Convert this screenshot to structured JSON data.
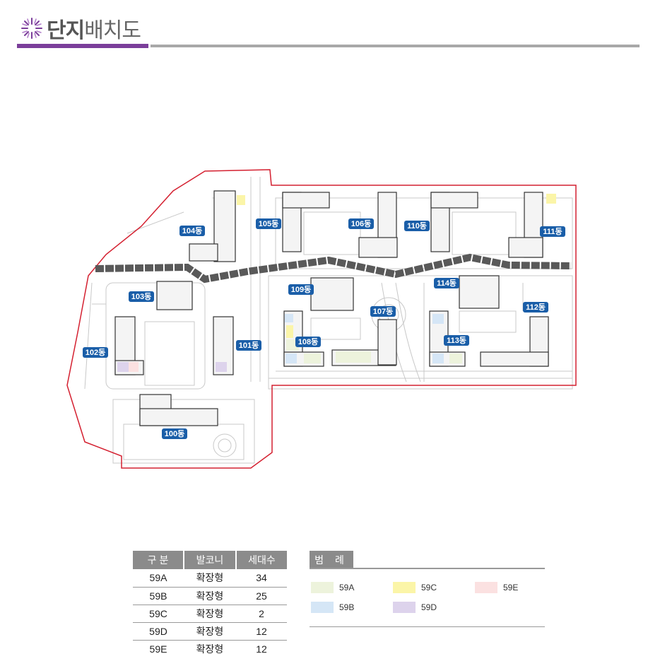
{
  "header": {
    "title_bold": "단지",
    "title_light": "배치도"
  },
  "map": {
    "colors": {
      "boundary": "#d42030",
      "road": "#595959",
      "label_bg": "#1a5ea8",
      "outline": "#b8b8b8"
    },
    "buildings": [
      {
        "label": "100동"
      },
      {
        "label": "101동"
      },
      {
        "label": "102동"
      },
      {
        "label": "103동"
      },
      {
        "label": "104동"
      },
      {
        "label": "105동"
      },
      {
        "label": "106동"
      },
      {
        "label": "107동"
      },
      {
        "label": "108동"
      },
      {
        "label": "109동"
      },
      {
        "label": "110동"
      },
      {
        "label": "111동"
      },
      {
        "label": "112동"
      },
      {
        "label": "113동"
      },
      {
        "label": "114동"
      }
    ]
  },
  "units_table": {
    "headers": [
      "구 분",
      "발코니",
      "세대수"
    ],
    "rows": [
      [
        "59A",
        "확장형",
        "34"
      ],
      [
        "59B",
        "확장형",
        "25"
      ],
      [
        "59C",
        "확장형",
        "2"
      ],
      [
        "59D",
        "확장형",
        "12"
      ],
      [
        "59E",
        "확장형",
        "12"
      ]
    ]
  },
  "legend": {
    "title": "범 례",
    "items": [
      {
        "label": "59A",
        "color": "#edf3dc"
      },
      {
        "label": "59C",
        "color": "#fbf5a8"
      },
      {
        "label": "59E",
        "color": "#fbe1e1"
      },
      {
        "label": "59B",
        "color": "#d5e6f6"
      },
      {
        "label": "59D",
        "color": "#ddd3ec"
      }
    ]
  }
}
